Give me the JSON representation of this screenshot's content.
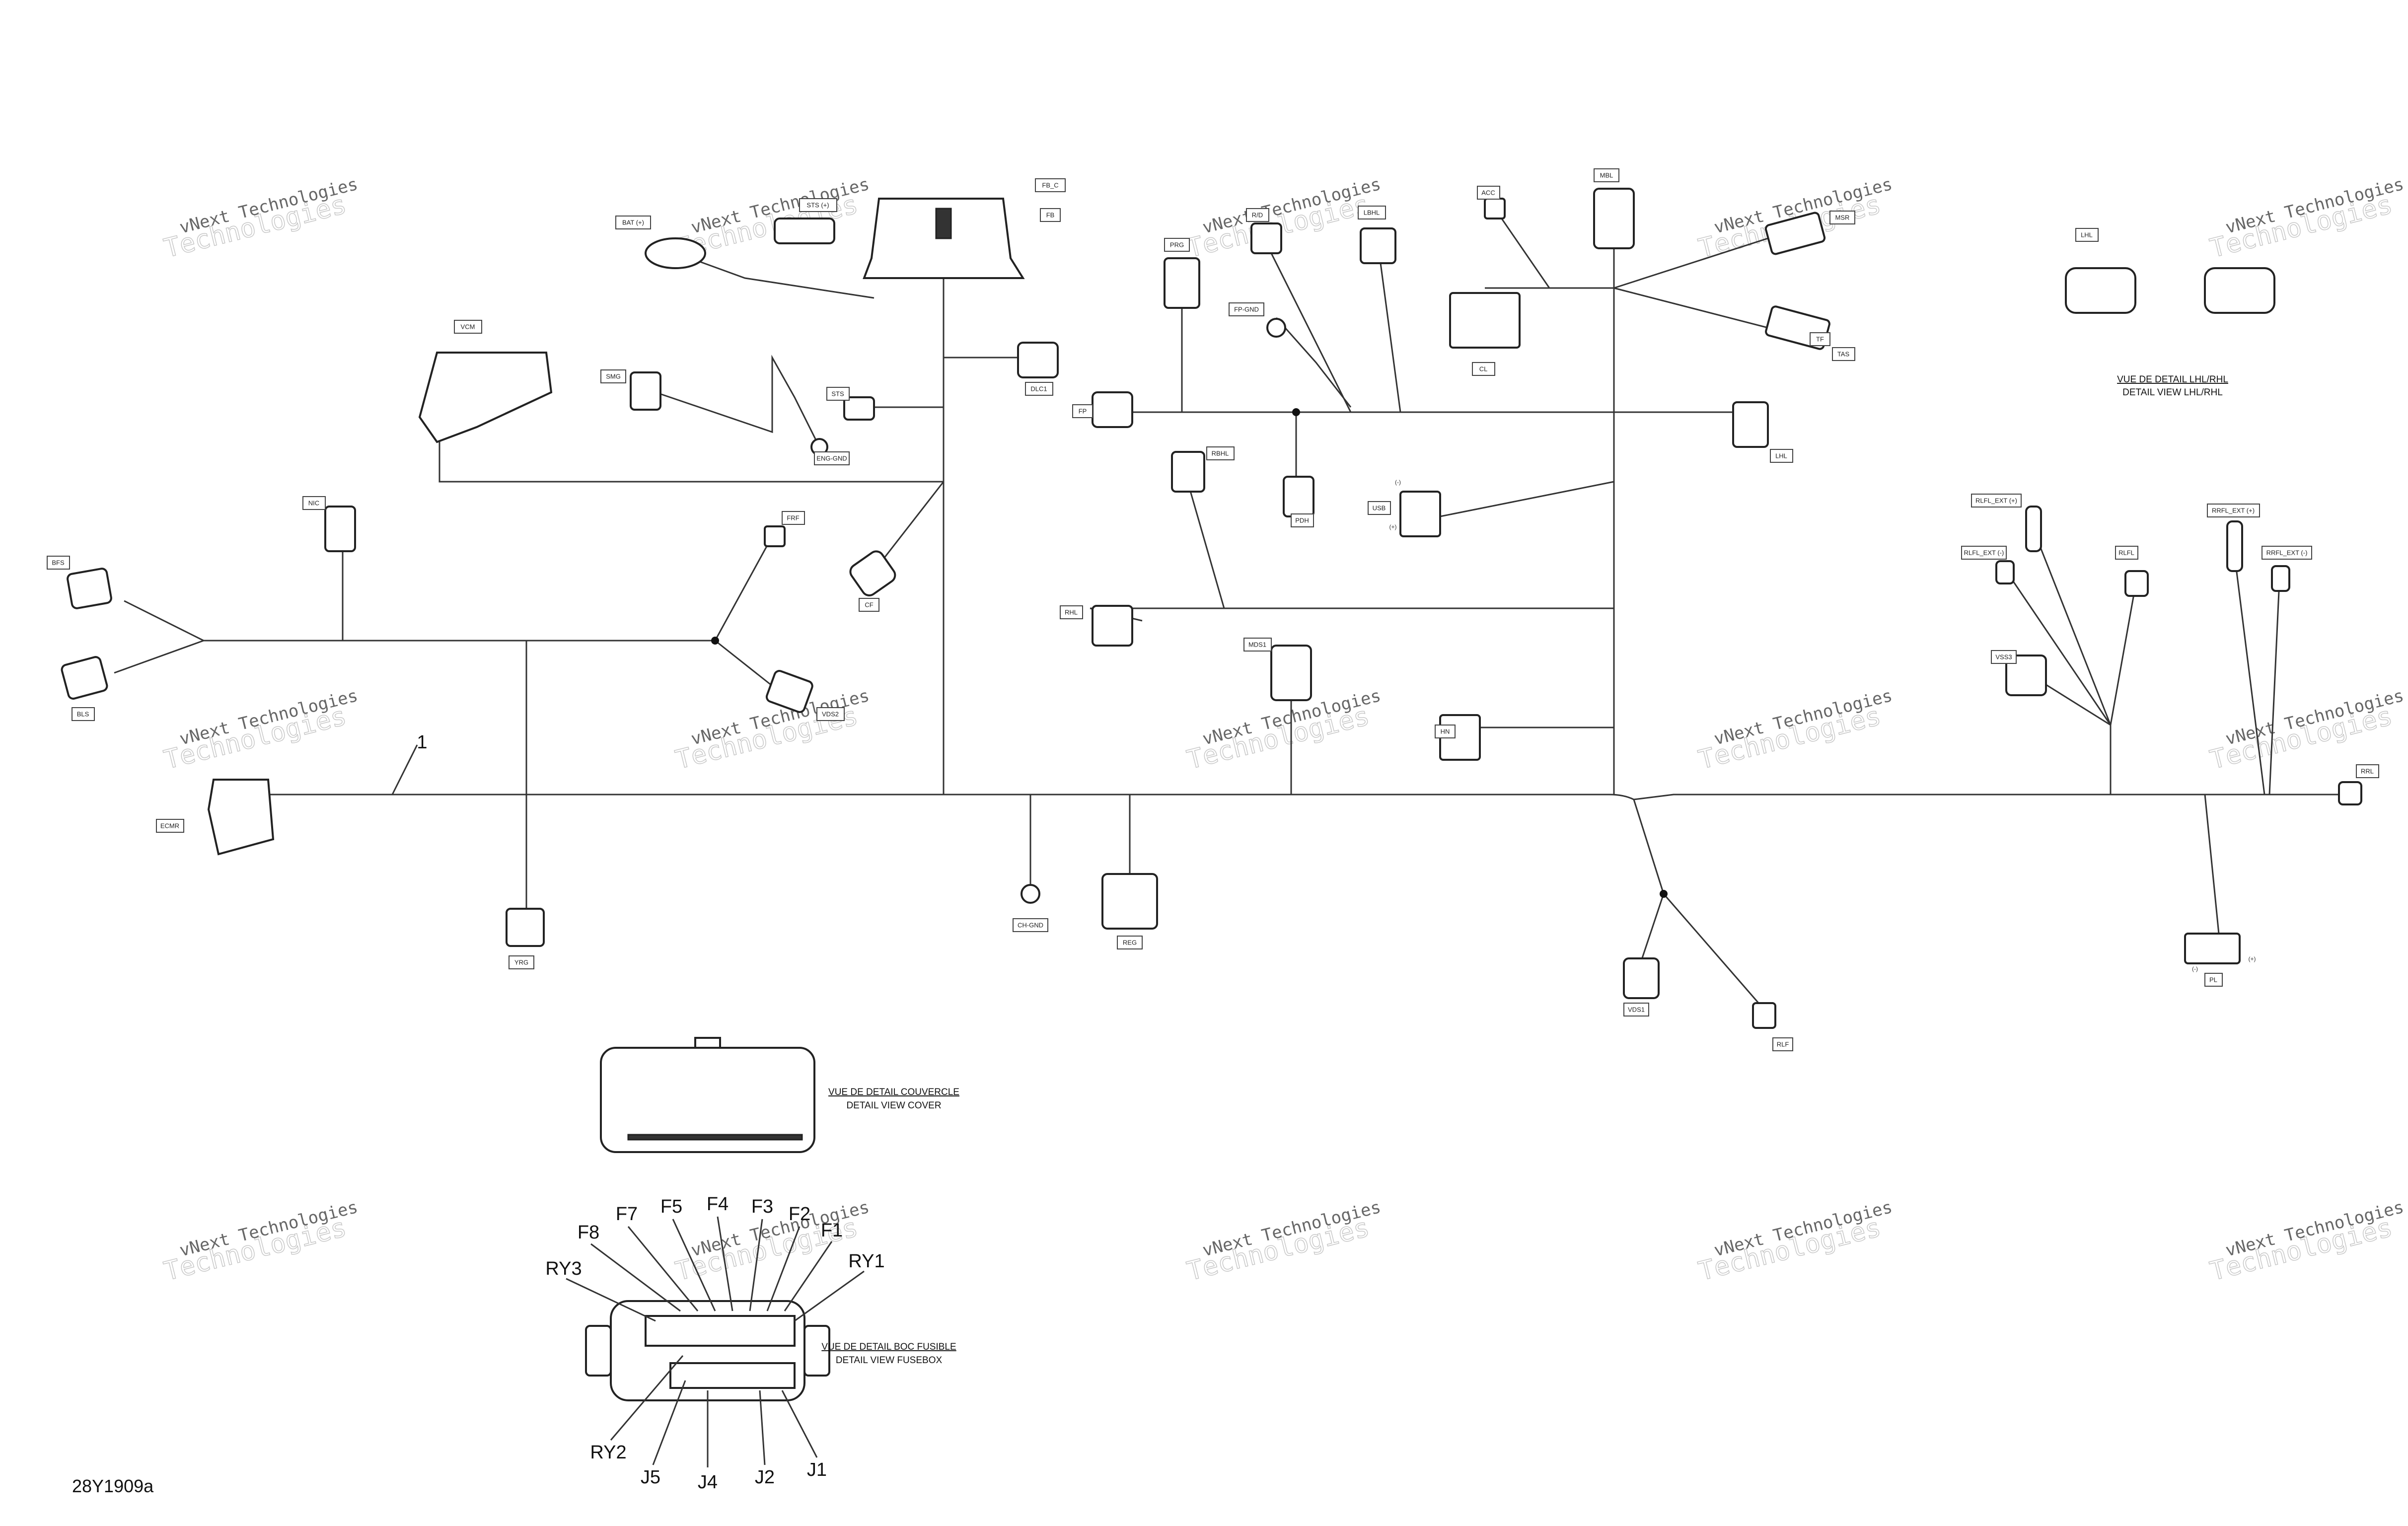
{
  "figure_ref": "28Y1909a",
  "harness_callout": "1",
  "watermark": {
    "line1": "vNext Technologies",
    "line2": "Technologies"
  },
  "connector_tags": [
    "FB_C",
    "FB",
    "BAT (+)",
    "STS (+)",
    "VCM",
    "SMG",
    "STS",
    "ENG-GND",
    "FRF",
    "NIC",
    "BFS",
    "BLS",
    "ECMR",
    "YRG",
    "CF",
    "VDS2",
    "R/D",
    "LBHL",
    "ACC",
    "MBL",
    "MSR",
    "PRG",
    "FP-GND",
    "FP",
    "DLC1",
    "TF",
    "TAS",
    "CL",
    "LHL",
    "RBHL",
    "PDH",
    "USB",
    "RHL",
    "MDS1",
    "HN",
    "CH-GND",
    "REG",
    "VDS1",
    "RLF",
    "LHL",
    "RLFL_EXT (+)",
    "RLFL_EXT (-)",
    "RLFL",
    "VSS3",
    "RRFL_EXT (+)",
    "RRFL_EXT (-)",
    "RRL",
    "PL"
  ],
  "small_labels": {
    "minus": "(-)",
    "plus": "(+)"
  },
  "detail_lhl_rhl": {
    "title": "VUE DE DETAIL LHL/RHL",
    "subtitle": "DETAIL VIEW LHL/RHL"
  },
  "detail_cover": {
    "title": "VUE DE DETAIL COUVERCLE",
    "subtitle": "DETAIL VIEW COVER"
  },
  "detail_fusebox": {
    "title": "VUE DE DETAIL BOC FUSIBLE",
    "subtitle": "DETAIL VIEW FUSEBOX",
    "callouts": [
      "F7",
      "F5",
      "F4",
      "F3",
      "F2",
      "F1",
      "F8",
      "RY3",
      "RY1",
      "RY2",
      "J5",
      "J4",
      "J2",
      "J1"
    ]
  }
}
